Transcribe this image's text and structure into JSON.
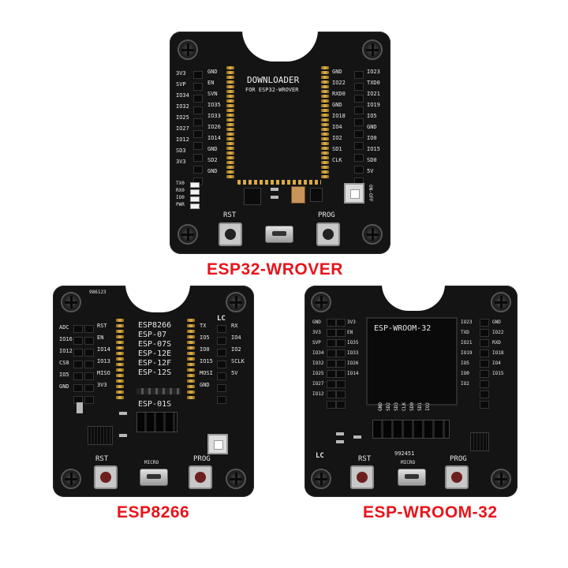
{
  "captions": {
    "wrover": "ESP32-WROVER",
    "esp8266": "ESP8266",
    "wroom": "ESP-WROOM-32"
  },
  "wrover": {
    "title_line1": "DOWNLOADER",
    "title_line2": "FOR ESP32-WROVER",
    "left_outer": [
      "3V3",
      "SVP",
      "IO34",
      "IO32",
      "IO25",
      "IO27",
      "IO12",
      "SD3",
      "3V3"
    ],
    "left_inner": [
      "GND",
      "EN",
      "SVN",
      "IO35",
      "IO33",
      "IO26",
      "IO14",
      "GND",
      "SD2",
      "GND"
    ],
    "right_inner": [
      "GND",
      "IO22",
      "RXD0",
      "GND",
      "IO18",
      "IO4",
      "IO2",
      "SD1",
      "CLK"
    ],
    "right_outer": [
      "IO23",
      "TXD0",
      "IO21",
      "IO19",
      "IO5",
      "GND",
      "IO0",
      "IO15",
      "SD0",
      "5V"
    ],
    "leds": [
      "TX0",
      "RX0",
      "IO0",
      "PWR"
    ],
    "rst": "RST",
    "prog": "PROG",
    "switch": "ON-OFF"
  },
  "esp8266": {
    "serial": "986123",
    "module_lines": [
      "ESP8266",
      "ESP-07",
      "ESP-07S",
      "ESP-12E",
      "ESP-12F",
      "ESP-12S"
    ],
    "esp01": "ESP-01S",
    "left_outer": [
      "ADC",
      "IO16",
      "IO12",
      "CS0",
      "IO5",
      "GND"
    ],
    "left_inner": [
      "RST",
      "EN",
      "IO14",
      "IO13",
      "MISO",
      "3V3"
    ],
    "right_inner": [
      "TX",
      "IO5",
      "IO0",
      "IO15",
      "MOSI",
      "GND"
    ],
    "right_outer": [
      "RX",
      "IO4",
      "IO2",
      "SCLK",
      "5V"
    ],
    "logo": "LC",
    "rst": "RST",
    "micro": "MICRO",
    "prog": "PROG"
  },
  "wroom": {
    "module": "ESP-WROOM-32",
    "left_outer": [
      "GND",
      "3V3",
      "SVP",
      "IO34",
      "IO32",
      "IO25",
      "IO27",
      "IO12"
    ],
    "left_inner": [
      "3V3",
      "EN",
      "IO35",
      "IO33",
      "IO26",
      "IO14"
    ],
    "right_inner": [
      "IO23",
      "TXD",
      "IO21",
      "IO19",
      "IO5",
      "IO0",
      "IO2"
    ],
    "right_outer": [
      "GND",
      "IO22",
      "RXD",
      "IO18",
      "IO4",
      "IO15"
    ],
    "bottom_pins": [
      "GND",
      "SD2",
      "SD3",
      "CLK",
      "SD0",
      "SD1",
      "IO2"
    ],
    "logo": "LC",
    "serial": "992451",
    "rst": "RST",
    "micro": "MICRO",
    "prog": "PROG"
  }
}
